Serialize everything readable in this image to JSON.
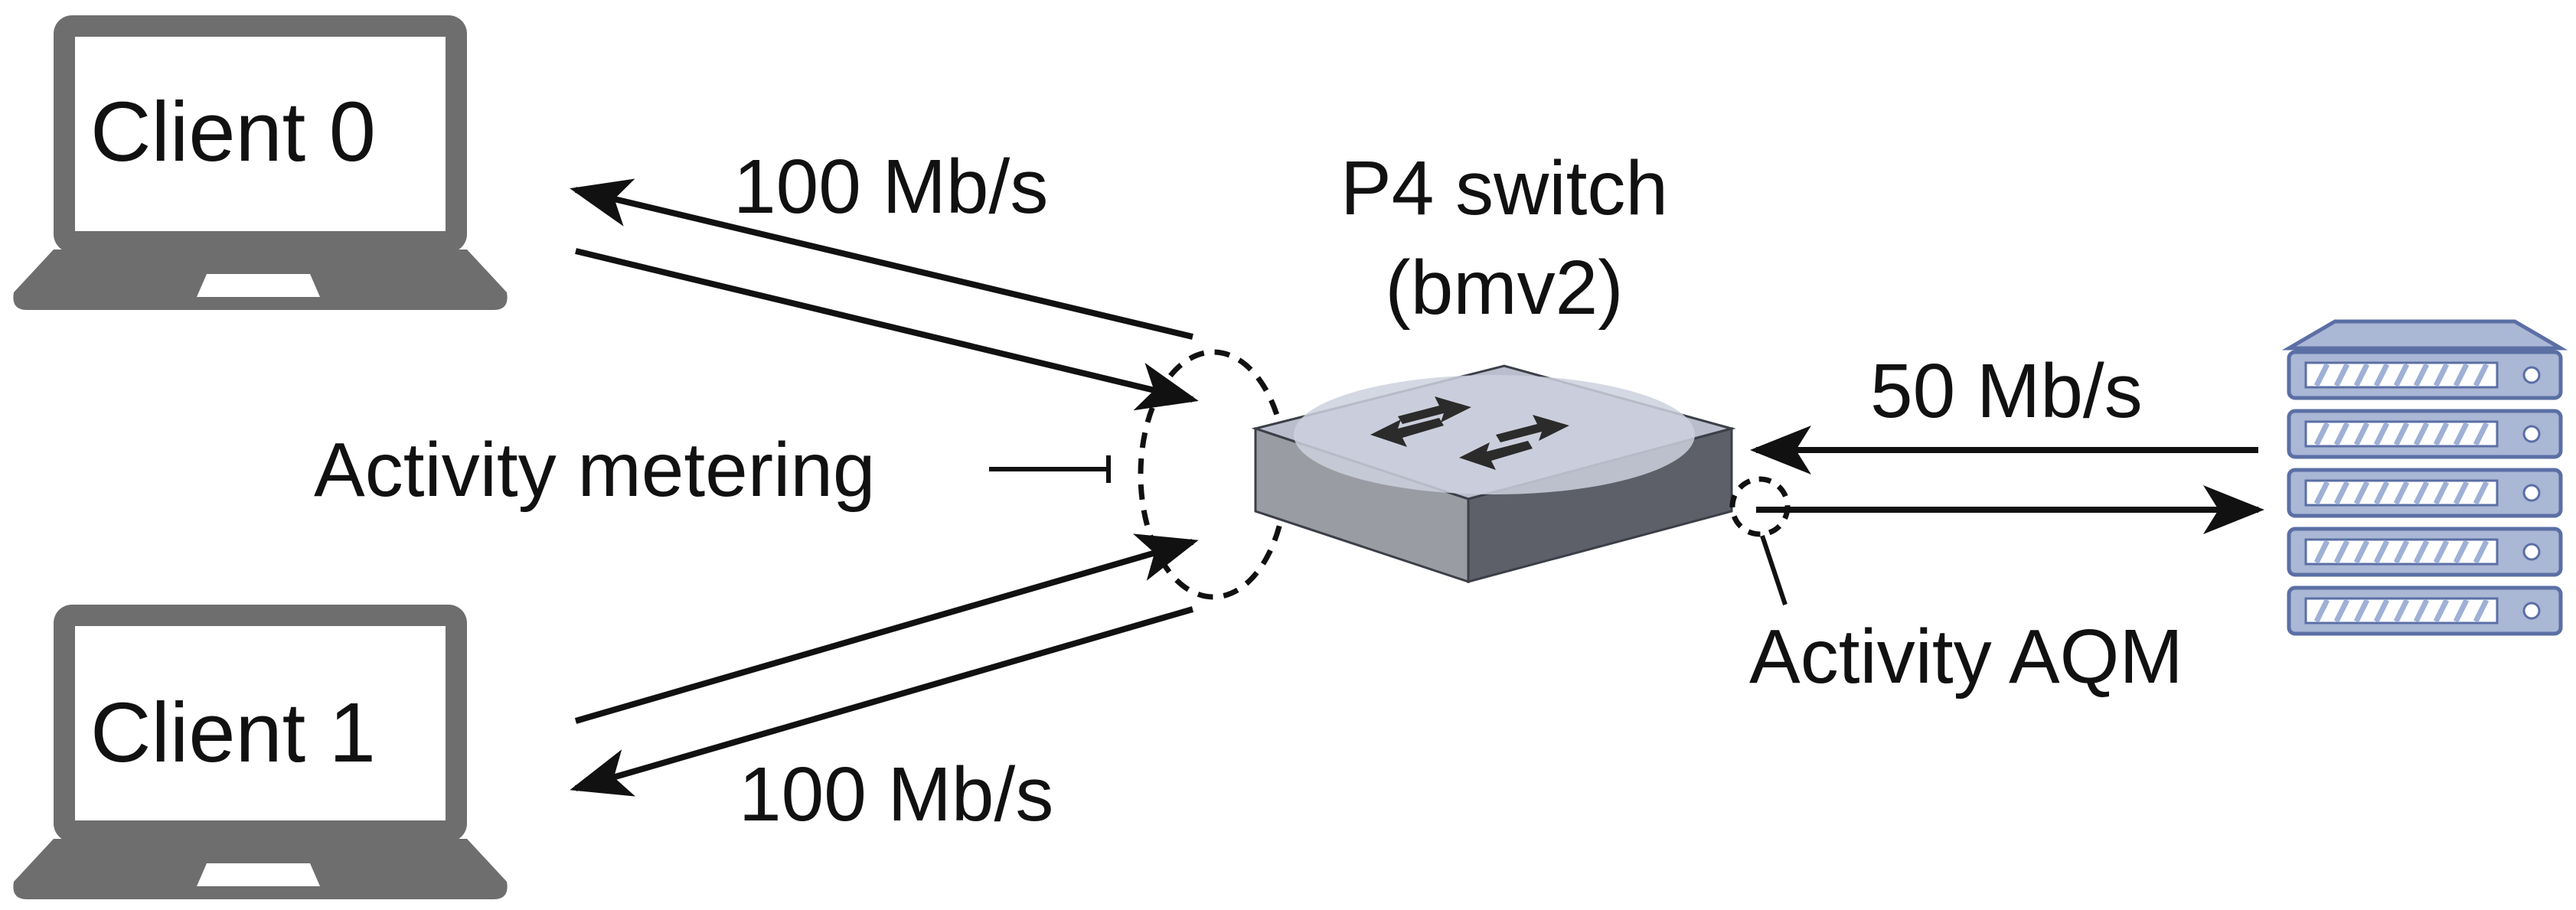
{
  "clients": [
    {
      "label": "Client 0"
    },
    {
      "label": "Client 1"
    }
  ],
  "links": {
    "client0_rate": "100 Mb/s",
    "client1_rate": "100 Mb/s",
    "server_rate": "50 Mb/s"
  },
  "switch": {
    "line1": "P4 switch",
    "line2": "(bmv2)"
  },
  "annotations": {
    "activity_metering": "Activity metering",
    "activity_aqm": "Activity AQM"
  },
  "icons": {
    "laptop": "laptop-icon",
    "switch": "network-switch-icon",
    "server": "server-rack-icon"
  },
  "colors": {
    "laptop": "#6e6e6e",
    "switch_top": "#b9bdcc",
    "switch_front": "#9a9ca3",
    "switch_side": "#5d6068",
    "server_fill": "#aab7d5",
    "server_stroke": "#5b6fa5",
    "line": "#111111"
  }
}
